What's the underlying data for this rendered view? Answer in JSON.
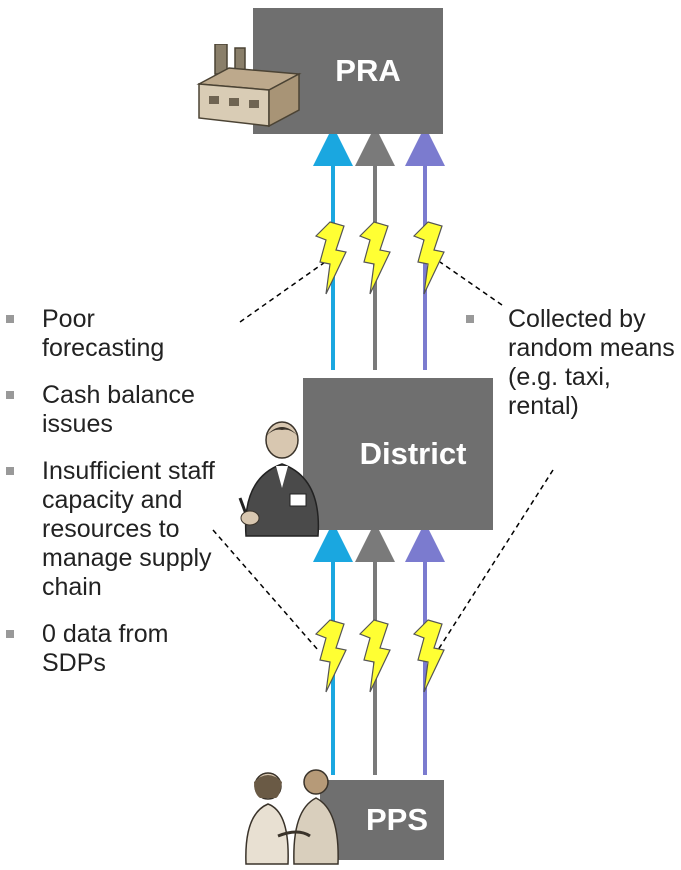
{
  "nodes": {
    "pra": "PRA",
    "district": "District",
    "pps": "PPS"
  },
  "left_issues": [
    "Poor forecasting",
    "Cash balance issues",
    "Insufficient staff capacity and resources to manage supply chain",
    "0 data from SDPs"
  ],
  "right_issue": "Collected by random means (e.g. taxi, rental)",
  "arrow_colors": {
    "left": "#1aa7e0",
    "middle": "#7a7a7a",
    "right": "#7b7bcf"
  },
  "bolt_color": "#ffff33",
  "icons": [
    "factory-icon",
    "official-icon",
    "people-icon",
    "lightning-icon"
  ]
}
